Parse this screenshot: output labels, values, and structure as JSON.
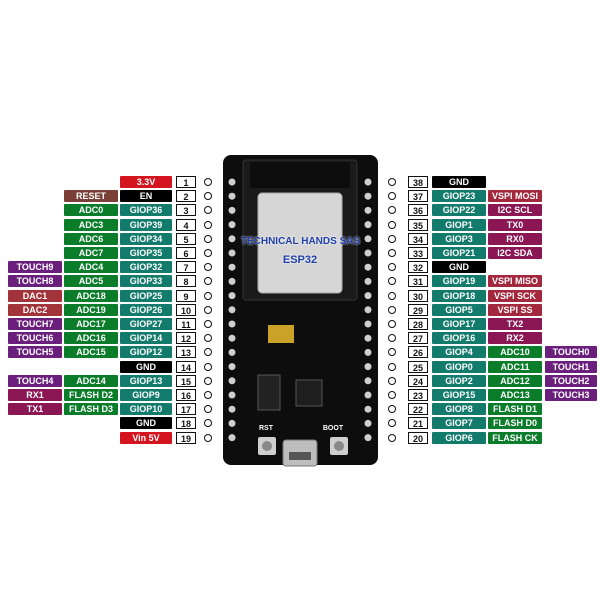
{
  "colors": {
    "power": "#d4141e",
    "en": "#7a4038",
    "gnd": "#000000",
    "gpio": "#137b6b",
    "adc": "#0a7c2a",
    "touch": "#6a1f7d",
    "dac": "#a2333b",
    "tx_rx": "#8a1654",
    "spi": "#a3283d",
    "i2c": "#8a1654",
    "flash": "#0a7c2a"
  },
  "board": {
    "title": "TECHNICAL HANDS SAS",
    "chip": "ESP32",
    "button_left": "RST",
    "button_right": "BOOT"
  },
  "left_pins": [
    {
      "num": "1",
      "labels": [
        {
          "text": "3.3V",
          "kind": "power"
        }
      ]
    },
    {
      "num": "2",
      "labels": [
        {
          "text": "EN",
          "kind": "gnd"
        },
        {
          "text": "RESET",
          "kind": "en"
        }
      ]
    },
    {
      "num": "3",
      "labels": [
        {
          "text": "GIOP36",
          "kind": "gpio"
        },
        {
          "text": "ADC0",
          "kind": "adc"
        }
      ]
    },
    {
      "num": "4",
      "labels": [
        {
          "text": "GIOP39",
          "kind": "gpio"
        },
        {
          "text": "ADC3",
          "kind": "adc"
        }
      ]
    },
    {
      "num": "5",
      "labels": [
        {
          "text": "GIOP34",
          "kind": "gpio"
        },
        {
          "text": "ADC6",
          "kind": "adc"
        }
      ]
    },
    {
      "num": "6",
      "labels": [
        {
          "text": "GIOP35",
          "kind": "gpio"
        },
        {
          "text": "ADC7",
          "kind": "adc"
        }
      ]
    },
    {
      "num": "7",
      "labels": [
        {
          "text": "GIOP32",
          "kind": "gpio"
        },
        {
          "text": "ADC4",
          "kind": "adc"
        },
        {
          "text": "TOUCH9",
          "kind": "touch"
        }
      ]
    },
    {
      "num": "8",
      "labels": [
        {
          "text": "GIOP33",
          "kind": "gpio"
        },
        {
          "text": "ADC5",
          "kind": "adc"
        },
        {
          "text": "TOUCH8",
          "kind": "touch"
        }
      ]
    },
    {
      "num": "9",
      "labels": [
        {
          "text": "GIOP25",
          "kind": "gpio"
        },
        {
          "text": "ADC18",
          "kind": "adc"
        },
        {
          "text": "DAC1",
          "kind": "dac"
        }
      ]
    },
    {
      "num": "10",
      "labels": [
        {
          "text": "GIOP26",
          "kind": "gpio"
        },
        {
          "text": "ADC19",
          "kind": "adc"
        },
        {
          "text": "DAC2",
          "kind": "dac"
        }
      ]
    },
    {
      "num": "11",
      "labels": [
        {
          "text": "GIOP27",
          "kind": "gpio"
        },
        {
          "text": "ADC17",
          "kind": "adc"
        },
        {
          "text": "TOUCH7",
          "kind": "touch"
        }
      ]
    },
    {
      "num": "12",
      "labels": [
        {
          "text": "GIOP14",
          "kind": "gpio"
        },
        {
          "text": "ADC16",
          "kind": "adc"
        },
        {
          "text": "TOUCH6",
          "kind": "touch"
        }
      ]
    },
    {
      "num": "13",
      "labels": [
        {
          "text": "GIOP12",
          "kind": "gpio"
        },
        {
          "text": "ADC15",
          "kind": "adc"
        },
        {
          "text": "TOUCH5",
          "kind": "touch"
        }
      ]
    },
    {
      "num": "14",
      "labels": [
        {
          "text": "GND",
          "kind": "gnd"
        }
      ]
    },
    {
      "num": "15",
      "labels": [
        {
          "text": "GIOP13",
          "kind": "gpio"
        },
        {
          "text": "ADC14",
          "kind": "adc"
        },
        {
          "text": "TOUCH4",
          "kind": "touch"
        }
      ]
    },
    {
      "num": "16",
      "labels": [
        {
          "text": "GIOP9",
          "kind": "gpio"
        },
        {
          "text": "FLASH D2",
          "kind": "flash"
        },
        {
          "text": "RX1",
          "kind": "tx_rx"
        }
      ]
    },
    {
      "num": "17",
      "labels": [
        {
          "text": "GIOP10",
          "kind": "gpio"
        },
        {
          "text": "FLASH D3",
          "kind": "flash"
        },
        {
          "text": "TX1",
          "kind": "tx_rx"
        }
      ]
    },
    {
      "num": "18",
      "labels": [
        {
          "text": "GND",
          "kind": "gnd"
        }
      ]
    },
    {
      "num": "19",
      "labels": [
        {
          "text": "Vin 5V",
          "kind": "power"
        }
      ]
    }
  ],
  "right_pins": [
    {
      "num": "38",
      "labels": [
        {
          "text": "GND",
          "kind": "gnd"
        }
      ]
    },
    {
      "num": "37",
      "labels": [
        {
          "text": "GIOP23",
          "kind": "gpio"
        },
        {
          "text": "VSPI MOSI",
          "kind": "spi"
        }
      ]
    },
    {
      "num": "36",
      "labels": [
        {
          "text": "GIOP22",
          "kind": "gpio"
        },
        {
          "text": "I2C SCL",
          "kind": "i2c"
        }
      ]
    },
    {
      "num": "35",
      "labels": [
        {
          "text": "GIOP1",
          "kind": "gpio"
        },
        {
          "text": "TX0",
          "kind": "tx_rx"
        }
      ]
    },
    {
      "num": "34",
      "labels": [
        {
          "text": "GIOP3",
          "kind": "gpio"
        },
        {
          "text": "RX0",
          "kind": "tx_rx"
        }
      ]
    },
    {
      "num": "33",
      "labels": [
        {
          "text": "GIOP21",
          "kind": "gpio"
        },
        {
          "text": "I2C SDA",
          "kind": "i2c"
        }
      ]
    },
    {
      "num": "32",
      "labels": [
        {
          "text": "GND",
          "kind": "gnd"
        }
      ]
    },
    {
      "num": "31",
      "labels": [
        {
          "text": "GIOP19",
          "kind": "gpio"
        },
        {
          "text": "VSPI MISO",
          "kind": "spi"
        }
      ]
    },
    {
      "num": "30",
      "labels": [
        {
          "text": "GIOP18",
          "kind": "gpio"
        },
        {
          "text": "VSPI SCK",
          "kind": "spi"
        }
      ]
    },
    {
      "num": "29",
      "labels": [
        {
          "text": "GIOP5",
          "kind": "gpio"
        },
        {
          "text": "VSPI SS",
          "kind": "spi"
        }
      ]
    },
    {
      "num": "28",
      "labels": [
        {
          "text": "GIOP17",
          "kind": "gpio"
        },
        {
          "text": "TX2",
          "kind": "tx_rx"
        }
      ]
    },
    {
      "num": "27",
      "labels": [
        {
          "text": "GIOP16",
          "kind": "gpio"
        },
        {
          "text": "RX2",
          "kind": "tx_rx"
        }
      ]
    },
    {
      "num": "26",
      "labels": [
        {
          "text": "GIOP4",
          "kind": "gpio"
        },
        {
          "text": "ADC10",
          "kind": "adc"
        },
        {
          "text": "TOUCH0",
          "kind": "touch"
        }
      ]
    },
    {
      "num": "25",
      "labels": [
        {
          "text": "GIOP0",
          "kind": "gpio"
        },
        {
          "text": "ADC11",
          "kind": "adc"
        },
        {
          "text": "TOUCH1",
          "kind": "touch"
        }
      ]
    },
    {
      "num": "24",
      "labels": [
        {
          "text": "GIOP2",
          "kind": "gpio"
        },
        {
          "text": "ADC12",
          "kind": "adc"
        },
        {
          "text": "TOUCH2",
          "kind": "touch"
        }
      ]
    },
    {
      "num": "23",
      "labels": [
        {
          "text": "GIOP15",
          "kind": "gpio"
        },
        {
          "text": "ADC13",
          "kind": "adc"
        },
        {
          "text": "TOUCH3",
          "kind": "touch"
        }
      ]
    },
    {
      "num": "22",
      "labels": [
        {
          "text": "GIOP8",
          "kind": "gpio"
        },
        {
          "text": "FLASH D1",
          "kind": "flash"
        }
      ]
    },
    {
      "num": "21",
      "labels": [
        {
          "text": "GIOP7",
          "kind": "gpio"
        },
        {
          "text": "FLASH D0",
          "kind": "flash"
        }
      ]
    },
    {
      "num": "20",
      "labels": [
        {
          "text": "GIOP6",
          "kind": "gpio"
        },
        {
          "text": "FLASH CK",
          "kind": "flash"
        }
      ]
    }
  ]
}
